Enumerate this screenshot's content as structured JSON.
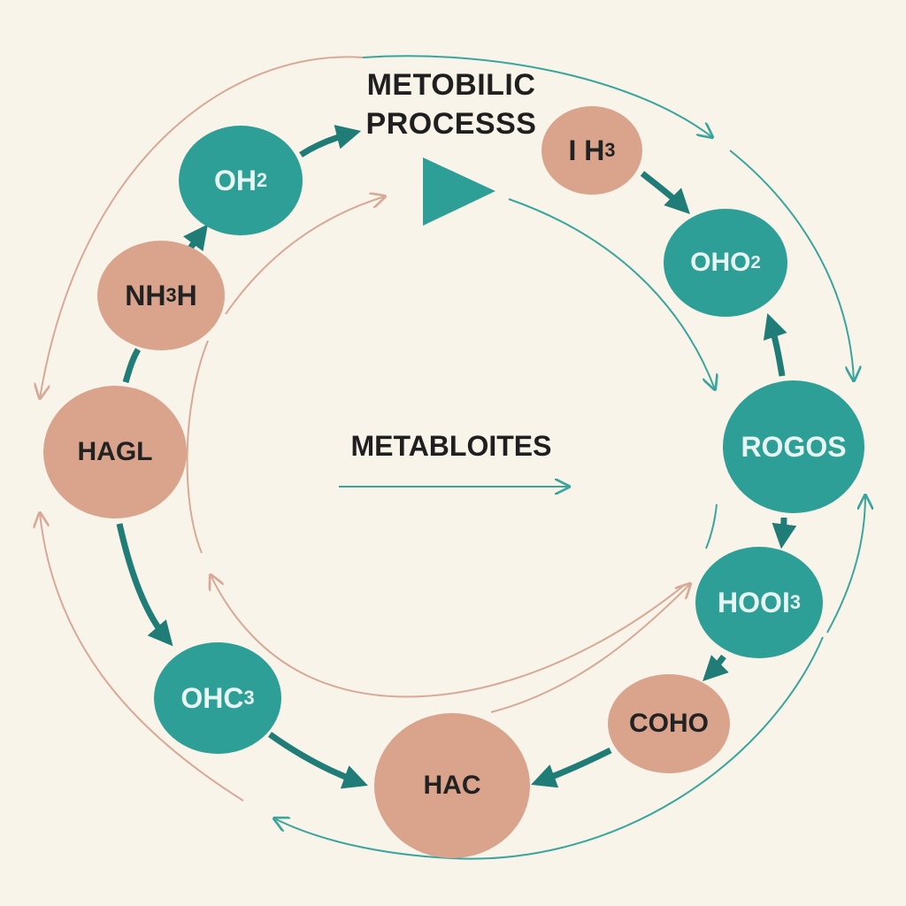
{
  "title": {
    "line1": "METOBILIC",
    "line2": "PROCESSS"
  },
  "center_label": "METABLOITES",
  "colors": {
    "background": "#f9f4ea",
    "teal": "#2e9f96",
    "pink": "#d9a38c",
    "arrow_dark": "#1f7c76",
    "arrow_light_pink": "#d7a996",
    "arrow_light_teal": "#3aa59c"
  },
  "nodes": [
    {
      "id": "oh2",
      "main": "OH",
      "sub": "2",
      "color": "teal"
    },
    {
      "id": "nh3h-a",
      "main": "NH",
      "sub": "3",
      "tail": "H",
      "color": "pink"
    },
    {
      "id": "hagl",
      "main": "HAGL",
      "sub": "",
      "color": "pink"
    },
    {
      "id": "ohc3",
      "main": "OHC",
      "sub": "3",
      "color": "teal"
    },
    {
      "id": "hac",
      "main": "HAC",
      "sub": "",
      "color": "pink"
    },
    {
      "id": "coho",
      "main": "COHO",
      "sub": "",
      "color": "pink"
    },
    {
      "id": "hooi3",
      "main": "HOOI",
      "sub": "3",
      "color": "teal"
    },
    {
      "id": "rogos",
      "main": "ROGOS",
      "sub": "",
      "color": "teal"
    },
    {
      "id": "oho2",
      "main": "OHO",
      "sub": "2",
      "color": "teal"
    },
    {
      "id": "ih3",
      "main": "I H",
      "sub": "3",
      "color": "pink"
    }
  ]
}
